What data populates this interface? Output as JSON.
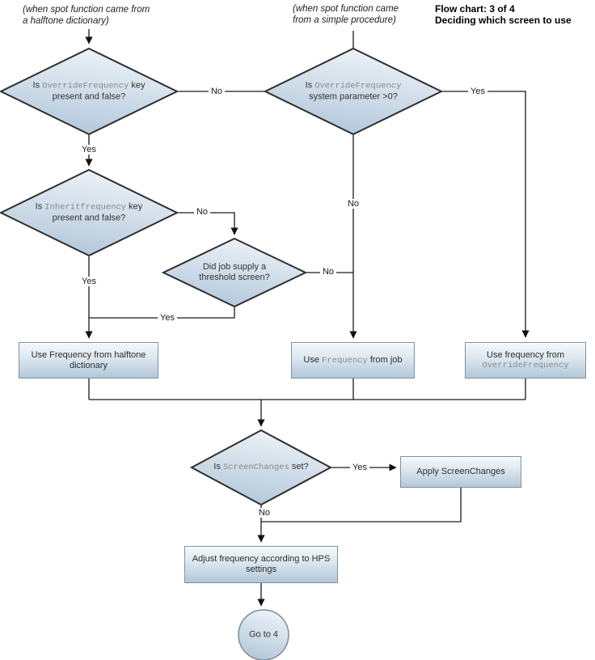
{
  "title": {
    "line1": "Flow chart: 3 of 4",
    "line2": "Deciding which screen to use"
  },
  "annotations": {
    "halftone": {
      "line1": "(when spot function came from",
      "line2": "a halftone dictionary)"
    },
    "procedure": {
      "line1": "(when spot function came",
      "line2": "from a simple procedure)"
    }
  },
  "nodes": {
    "d1": {
      "pre": "Is ",
      "code": "OverrideFrequency",
      "post": " key present and false?"
    },
    "d2": {
      "pre": "Is ",
      "code": "OverrideFrequency",
      "post": " system parameter >0?"
    },
    "d3": {
      "pre": "Is ",
      "code": "Inheritfrequency",
      "post": " key present and false?"
    },
    "d4": {
      "text": "Did job supply a threshold screen?"
    },
    "d5": {
      "pre": "Is ",
      "code": "ScreenChanges",
      "post": " set?"
    },
    "boxA": {
      "text": "Use Frequency from halftone dictionary"
    },
    "boxB": {
      "pre": "Use ",
      "code": "Frequency",
      "post": " from job"
    },
    "boxC": {
      "line1": "Use frequency from",
      "code": "OverrideFrequency"
    },
    "boxD": {
      "text": "Apply ScreenChanges"
    },
    "boxE": {
      "text": "Adjust frequency according to HPS settings"
    },
    "goto": {
      "text": "Go to 4"
    }
  },
  "labels": {
    "yes": "Yes",
    "no": "No"
  },
  "colors": {
    "shape_fill_top": "#ecf1f7",
    "shape_fill_bottom": "#b2c7da",
    "diamond_border": "#2e2e2e",
    "box_border": "#7e929f",
    "code_text": "#8a8a8a",
    "body_text": "#2e2e2e",
    "connector": "#1a1a1a",
    "background": "#ffffff"
  }
}
